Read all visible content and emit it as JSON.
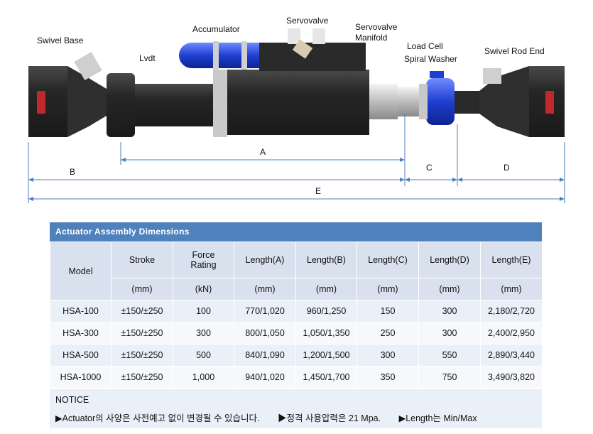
{
  "diagram": {
    "labels": {
      "swivel_base": "Swivel Base",
      "lvdt": "Lvdt",
      "accumulator": "Accumulator",
      "servovalve": "Servovalve",
      "servovalve_manifold_1": "Servovalve",
      "servovalve_manifold_2": "Manifold",
      "load_cell": "Load Cell",
      "spiral_washer": "Spiral Washer",
      "swivel_rod_end": "Swivel Rod End"
    },
    "dimensions": {
      "a": "A",
      "b": "B",
      "c": "C",
      "d": "D",
      "e": "E"
    },
    "colors": {
      "body": "#2b2b2b",
      "accent": "#1f3fd0",
      "badge": "#c0282d",
      "dim_line": "#4a7fc1"
    }
  },
  "table": {
    "title": "Actuator  Assembly  Dimensions",
    "headers": [
      "Model",
      "Stroke",
      "Force Rating",
      "Length(A)",
      "Length(B)",
      "Length(C)",
      "Length(D)",
      "Length(E)"
    ],
    "header_line2": {
      "force_1": "Force",
      "force_2": "Rating"
    },
    "units": [
      "(mm)",
      "(kN)",
      "(mm)",
      "(mm)",
      "(mm)",
      "(mm)",
      "(mm)"
    ],
    "rows": [
      [
        "HSA-100",
        "±150/±250",
        "100",
        "770/1,020",
        "960/1,250",
        "150",
        "300",
        "2,180/2,720"
      ],
      [
        "HSA-300",
        "±150/±250",
        "300",
        "800/1,050",
        "1,050/1,350",
        "250",
        "300",
        "2,400/2,950"
      ],
      [
        "HSA-500",
        "±150/±250",
        "500",
        "840/1,090",
        "1,200/1,500",
        "300",
        "550",
        "2,890/3,440"
      ],
      [
        "HSA-1000",
        "±150/±250",
        "1,000",
        "940/1,020",
        "1,450/1,700",
        "350",
        "750",
        "3,490/3,820"
      ]
    ],
    "notice": {
      "title": "NOTICE",
      "items": [
        "▶Actuator의 사양은 사전예고 없이 변경될 수 있습니다.",
        "▶정격 사용압력은  21 Mpa.",
        "▶Length는 Min/Max"
      ]
    }
  }
}
